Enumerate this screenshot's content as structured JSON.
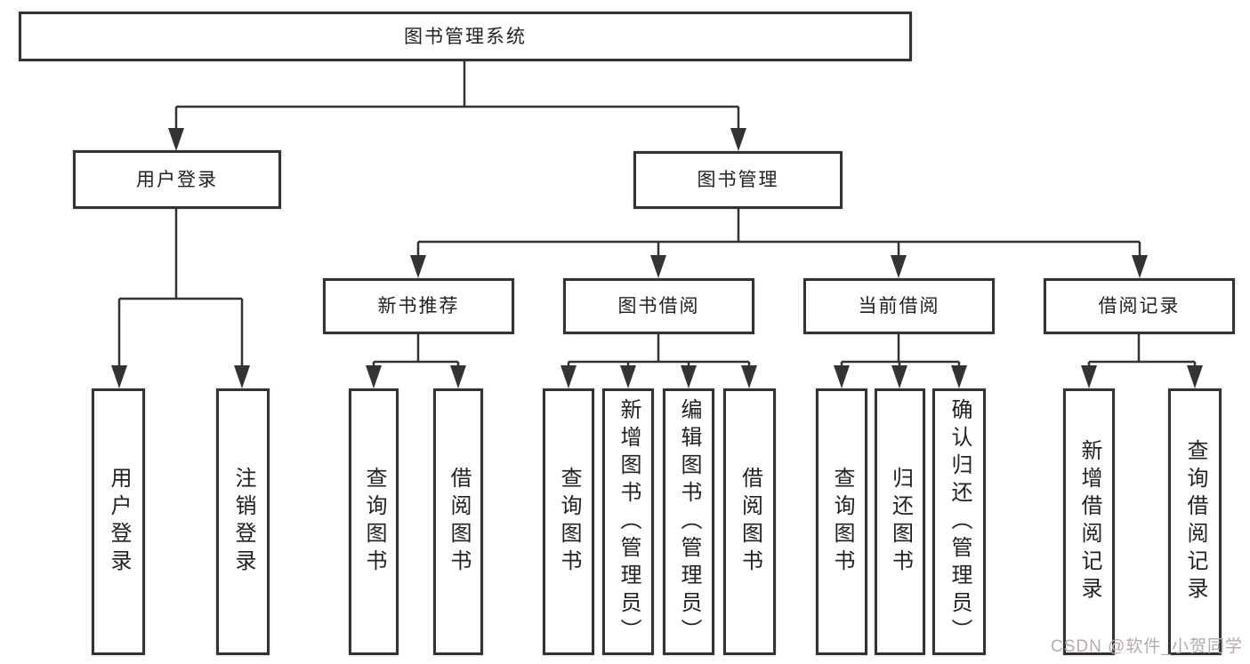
{
  "diagram": {
    "type": "hierarchy-tree",
    "line_color": "#333333",
    "box_border_color": "#333333",
    "box_fill_color": "#ffffff",
    "text_color": "#222222",
    "tree": {
      "root": "图书管理系统",
      "children": [
        {
          "label": "用户登录",
          "children": [
            "用户登录",
            "注销登录"
          ]
        },
        {
          "label": "图书管理",
          "children": [
            {
              "label": "新书推荐",
              "children": [
                "查询图书",
                "借阅图书"
              ]
            },
            {
              "label": "图书借阅",
              "children": [
                "查询图书",
                "新增图书（管理员）",
                "编辑图书（管理员）",
                "借阅图书"
              ]
            },
            {
              "label": "当前借阅",
              "children": [
                "查询图书",
                "归还图书",
                "确认归还（管理员）"
              ]
            },
            {
              "label": "借阅记录",
              "children": [
                "新增借阅记录",
                "查询借阅记录"
              ]
            }
          ]
        }
      ]
    }
  },
  "watermark": {
    "text": "CSDN @软件_小贺同学",
    "color": "#b5abab"
  }
}
